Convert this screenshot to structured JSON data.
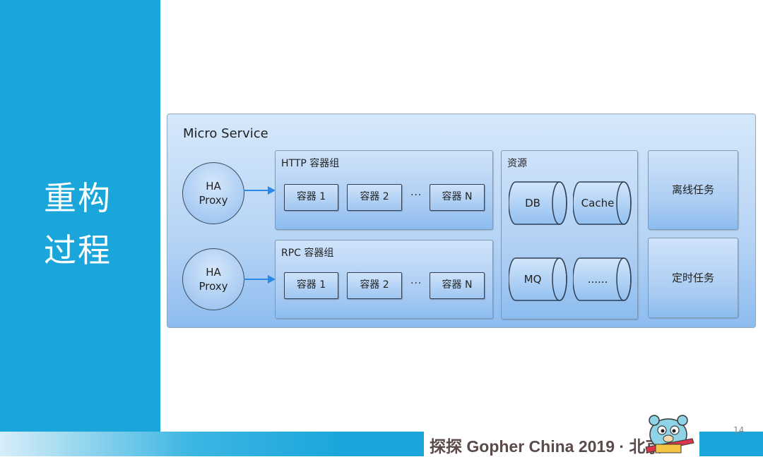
{
  "slide": {
    "title_line1": "重构",
    "title_line2": "过程",
    "page_number": "14",
    "banner_text": "探探 Gopher China 2019 · 北京"
  },
  "diagram": {
    "outer_title": "Micro Service",
    "ha_proxy_label_line1": "HA",
    "ha_proxy_label_line2": "Proxy",
    "http_group": {
      "title": "HTTP 容器组",
      "items": [
        "容器 1",
        "容器 2",
        "容器 N"
      ],
      "ellipsis": "···"
    },
    "rpc_group": {
      "title": "RPC 容器组",
      "items": [
        "容器 1",
        "容器 2",
        "容器 N"
      ],
      "ellipsis": "···"
    },
    "resources": {
      "title": "资源",
      "items": [
        "DB",
        "Cache",
        "MQ",
        "......"
      ]
    },
    "tasks": [
      "离线任务",
      "定时任务"
    ]
  },
  "colors": {
    "sidebar": "#1aa6db",
    "arrow": "#2b8ae6",
    "box_border": "#2f3f55"
  }
}
